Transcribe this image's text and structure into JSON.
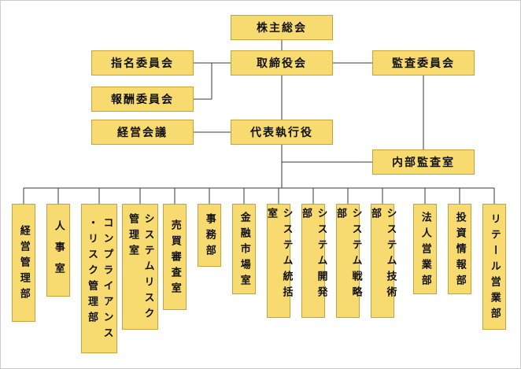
{
  "diagram_type": "organization-chart",
  "colors": {
    "box_fill": "#F7DB71",
    "box_border": "#C7A23B",
    "connector_line": "#3A3A3A",
    "background": "#FFFFFF"
  },
  "nodes": {
    "shareholders_meeting": "株主総会",
    "nomination_committee": "指名委員会",
    "board_of_directors": "取締役会",
    "audit_committee": "監査委員会",
    "compensation_committee": "報酬委員会",
    "management_council": "経営会議",
    "representative_executive_officer": "代表執行役",
    "internal_audit_office": "内部監査室"
  },
  "departments": [
    {
      "label": "経営管理部"
    },
    {
      "label": "人事室"
    },
    {
      "label": "コンプライアンス\n・リスク管理部"
    },
    {
      "label": "システムリスク\n管理室"
    },
    {
      "label": "売買審査室"
    },
    {
      "label": "事務部"
    },
    {
      "label": "金融市場室"
    },
    {
      "label": "システム統括室"
    },
    {
      "label": "システム開発部"
    },
    {
      "label": "システム戦略部"
    },
    {
      "label": "システム技術部"
    },
    {
      "label": "法人営業部"
    },
    {
      "label": "投資情報部"
    },
    {
      "label": "リテール営業部"
    }
  ],
  "hierarchy": {
    "株主総会": [
      "取締役会"
    ],
    "取締役会": [
      "指名委員会",
      "報酬委員会",
      "監査委員会",
      "代表執行役"
    ],
    "監査委員会": [
      "内部監査室"
    ],
    "代表執行役": [
      "経営会議",
      "内部監査室",
      "経営管理部",
      "人事室",
      "コンプライアンス・リスク管理部",
      "システムリスク管理室",
      "売買審査室",
      "事務部",
      "金融市場室",
      "システム統括室",
      "システム開発部",
      "システム戦略部",
      "システム技術部",
      "法人営業部",
      "投資情報部",
      "リテール営業部"
    ]
  }
}
